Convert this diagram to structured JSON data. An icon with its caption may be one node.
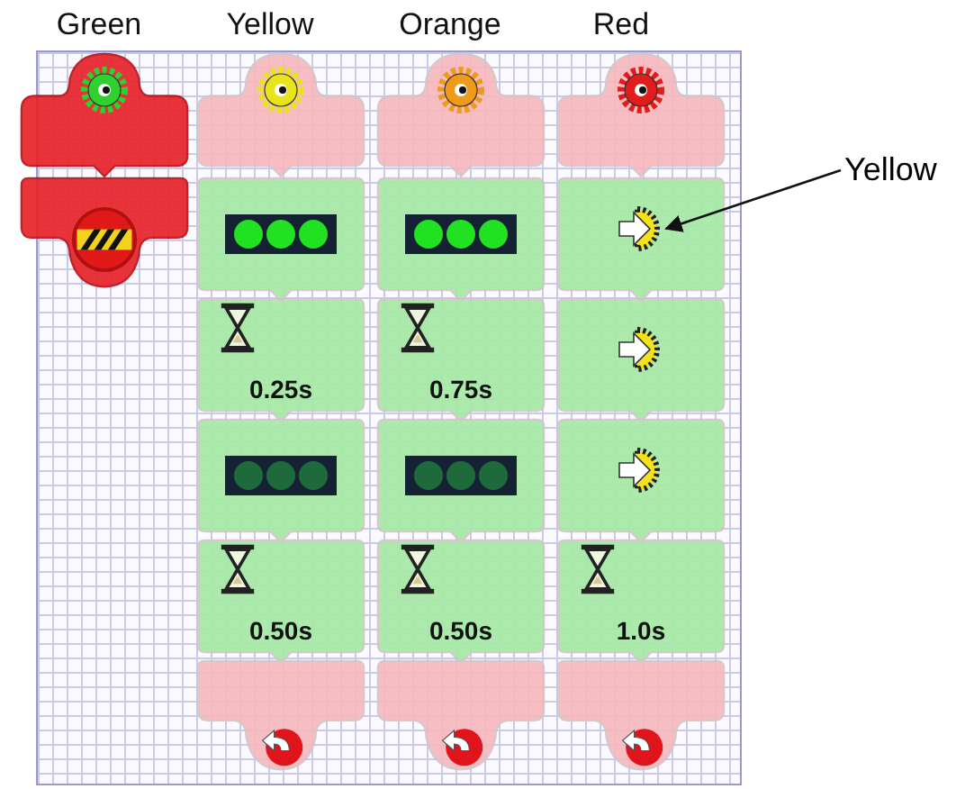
{
  "diagram": {
    "nodes": [
      {
        "text": [],
        "shape": "box"
      },
      {
        "text": [],
        "shape": "box"
      },
      {
        "text": [],
        "shape": "box"
      },
      {
        "text": [],
        "shape": "box"
      },
      {
        "text": [
          "0.25s"
        ]
      },
      {
        "text": [],
        "shape": "box"
      },
      {
        "text": [
          "0.50s"
        ]
      },
      {
        "text": [],
        "shape": "box"
      },
      {
        "text": [],
        "shape": "box"
      },
      {
        "text": [],
        "shape": "box"
      },
      {
        "text": [
          "0.75s"
        ]
      },
      {
        "text": [],
        "shape": "box"
      },
      {
        "text": [
          "0.50s"
        ]
      },
      {
        "text": [],
        "shape": "box"
      },
      {
        "text": [],
        "shape": "box"
      },
      {
        "text": [],
        "shape": "box"
      },
      {
        "text": [],
        "shape": "gear",
        "in": 15
      },
      {
        "text": [],
        "shape": "box"
      },
      {
        "text": [],
        "shape": "box"
      },
      {
        "text": [
          "1.0s"
        ]
      },
      {
        "text": [],
        "shape": "box"
      },
      {
        "text": [
          "Yellow"
        ]
      }
    ],
    "edges": [
      {
        "from": 21,
        "to": 16,
        "arrow": "to"
      }
    ],
    "labels": [
      "Green",
      "Yellow",
      "Orange",
      "Red"
    ]
  }
}
